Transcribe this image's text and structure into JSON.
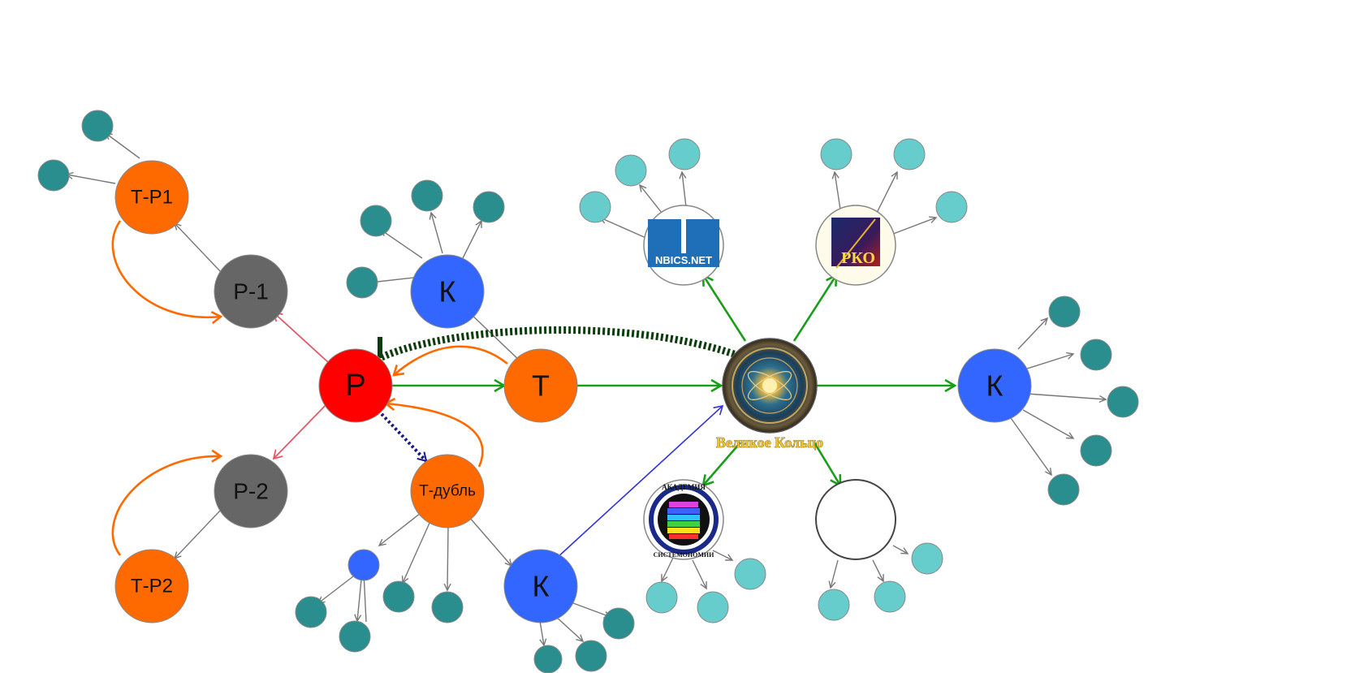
{
  "diagram": {
    "colors": {
      "red": "#ff0000",
      "orange": "#ff6a00",
      "gray": "#666666",
      "blue": "#3366ff",
      "teal_dark": "#2a8e8e",
      "teal_light": "#66cccc",
      "green": "#1a9e1a",
      "arrow_gray": "#777777",
      "arrow_pink": "#e05a6a",
      "dark_green_dash": "#0d3d0d",
      "navy_dot": "#1a1a8a",
      "link_blue": "#3333dd",
      "ring_label": "#f2c230"
    },
    "nodes": {
      "p": "Р",
      "t": "Т",
      "p1": "Р-1",
      "p2": "Р-2",
      "tp1": "Т-Р1",
      "tp2": "Т-Р2",
      "t_dubl": "Т-дубль",
      "k_top": "К",
      "k_bottom": "К",
      "k_right": "К"
    },
    "ring_caption": "Великое Кольцо",
    "logos": {
      "nbics": "NBICS.NET",
      "rko": "РКО",
      "academy_top": "АКАДЕМИЯ",
      "academy_bottom": "СИСТЕМОНОМИИ"
    }
  }
}
